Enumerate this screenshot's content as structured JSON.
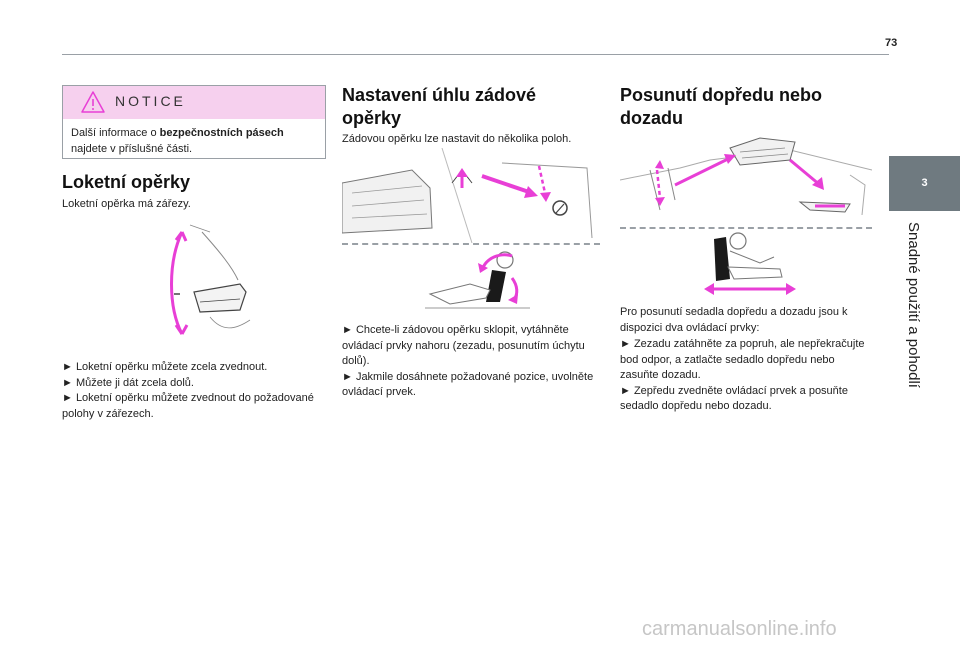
{
  "page": {
    "number": "73"
  },
  "side_tab": {
    "number": "3",
    "title": "Snadné použití a pohodlí"
  },
  "notice": {
    "title": "NOTICE",
    "text_before": "Další informace o ",
    "text_bold": "bezpečnostních pásech",
    "text_after": " najdete v příslušné části."
  },
  "armrests": {
    "heading": "Loketní opěrky",
    "intro": "Loketní opěrka má zářezy.",
    "lines": [
      "► Loketní opěrku můžete zcela zvednout.",
      "► Můžete ji dát zcela dolů.",
      "► Loketní opěrku můžete zvednout do požadované polohy v zářezech."
    ]
  },
  "backrest": {
    "heading": "Nastavení úhlu zádové opěrky",
    "intro": "Zádovou opěrku lze nastavit do několika poloh.",
    "lines": [
      "► Chcete-li zádovou opěrku sklopit, vytáhněte ovládací prvky nahoru (zezadu, posunutím úchytu dolů).",
      "► Jakmile dosáhnete požadované pozice, uvolněte ovládací prvek."
    ]
  },
  "slide": {
    "heading": "Posunutí dopředu nebo dozadu",
    "intro": "Pro posunutí sedadla dopředu a dozadu jsou k dispozici dva ovládací prvky:",
    "lines": [
      "► Zezadu zatáhněte za popruh, ale nepřekračujte bod odpor, a zatlačte sedadlo dopředu nebo zasuňte dozadu.",
      "► Zepředu zvedněte ovládací prvek a posuňte sedadlo dopředu nebo dozadu."
    ]
  },
  "watermark": "carmanualsonline.info",
  "colors": {
    "accent": "#e83fd6",
    "notice_bg": "#f6d0ee",
    "tab_bg": "#6f7a80"
  }
}
